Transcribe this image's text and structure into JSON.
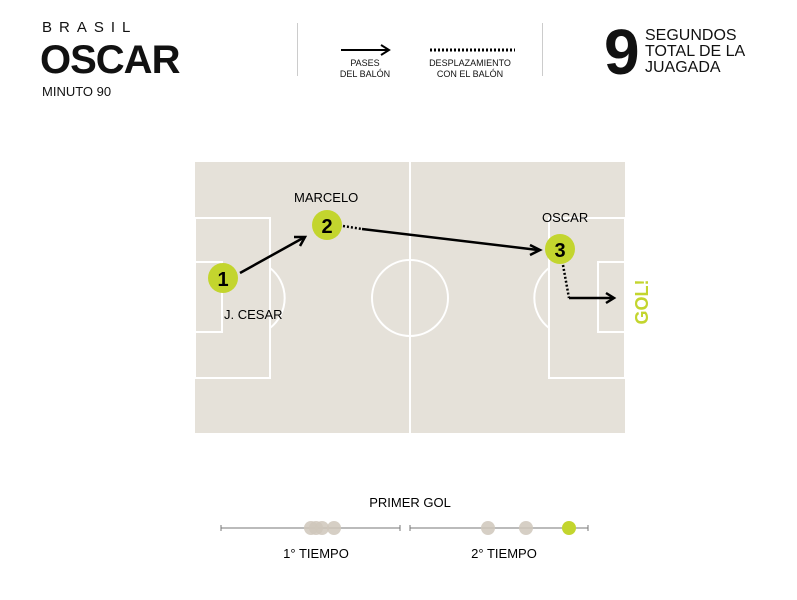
{
  "header": {
    "country": "BRASIL",
    "player": "OSCAR",
    "minute": "MINUTO 90"
  },
  "legend": {
    "passes": [
      "PASES",
      "DEL BALÓN"
    ],
    "carry": [
      "DESPLAZAMIENTO",
      "CON EL BALÓN"
    ]
  },
  "summary": {
    "seconds": "9",
    "label": [
      "SEGUNDOS",
      "TOTAL DE LA",
      "JUAGADA"
    ]
  },
  "pitch": {
    "players": [
      {
        "n": "1",
        "name": "J. CESAR"
      },
      {
        "n": "2",
        "name": "MARCELO"
      },
      {
        "n": "3",
        "name": "OSCAR"
      }
    ],
    "goal": "GOL!"
  },
  "timeline": {
    "title": "PRIMER GOL",
    "first_half": "1° TIEMPO",
    "second_half": "2° TIEMPO"
  },
  "colors": {
    "accent": "#c3d52e",
    "pitch": "#e5e1d9",
    "dot": "#cfc7bb"
  }
}
